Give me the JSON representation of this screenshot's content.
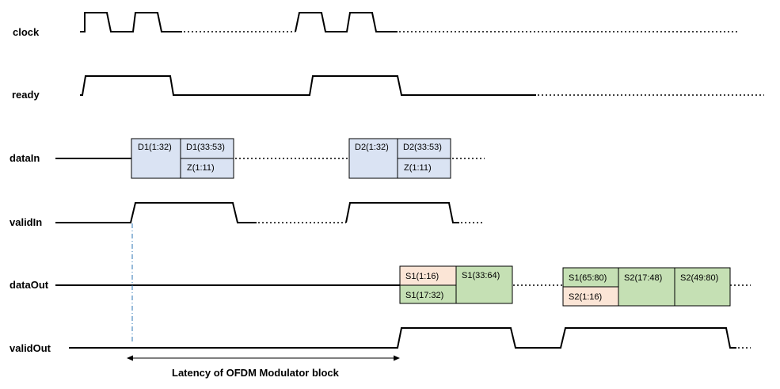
{
  "colors": {
    "data_in_fill": "#dae3f3",
    "s1_light_fill": "#fbe5d6",
    "s_green_fill": "#c5e0b4",
    "marker_line": "#2e75b6",
    "wave_stroke": "#000000"
  },
  "signals": {
    "clock": "clock",
    "ready": "ready",
    "data_in": "dataIn",
    "valid_in": "validIn",
    "data_out": "dataOut",
    "valid_out": "validOut"
  },
  "data_in_boxes": {
    "d1_a": "D1(1:32)",
    "d1_b": "D1(33:53)",
    "d1_z": "Z(1:11)",
    "d2_a": "D2(1:32)",
    "d2_b": "D2(33:53)",
    "d2_z": "Z(1:11)"
  },
  "data_out_boxes": {
    "s1_1_16": "S1(1:16)",
    "s1_17_32": "S1(17:32)",
    "s1_33_64": "S1(33:64)",
    "s1_65_80": "S1(65:80)",
    "s2_1_16": "S2(1:16)",
    "s2_17_48": "S2(17:48)",
    "s2_49_80": "S2(49:80)"
  },
  "latency_caption": "Latency of OFDM Modulator block"
}
